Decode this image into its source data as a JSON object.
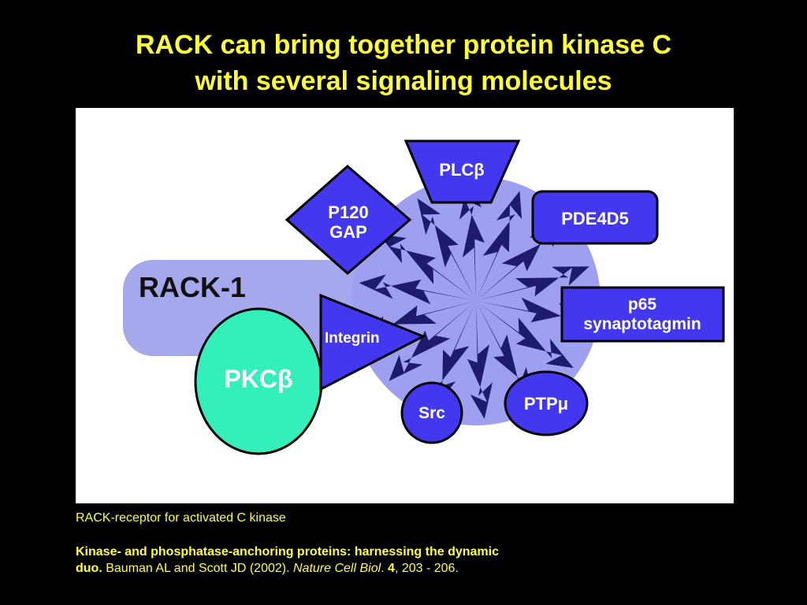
{
  "slide": {
    "title_line1": "RACK can bring together protein kinase C",
    "title_line2": "with several signaling molecules",
    "caption": "RACK-receptor for activated C kinase",
    "reference": {
      "article_title": "Kinase- and phosphatase-anchoring proteins: harnessing the dynamic duo",
      "sep1": ". ",
      "authors": "Bauman AL and Scott JD (2002). ",
      "journal": "Nature Cell Biol",
      "sep2": ". ",
      "volume": "4",
      "pages": ", 203 - 206."
    }
  },
  "diagram": {
    "labels": {
      "rack": "RACK-1",
      "pkc": "PKCβ",
      "plc": "PLCβ",
      "p120_line1": "P120",
      "p120_line2": "GAP",
      "pde": "PDE4D5",
      "p65_line1": "p65",
      "p65_line2": "synaptotagmin",
      "integrin": "Integrin",
      "src": "Src",
      "ptp": "PTPμ"
    },
    "colors": {
      "rack_body": "#a6a8ee",
      "propeller": "#9f9ff0",
      "protein_fill": "#4338f0",
      "outline": "#000000",
      "pkc_fill": "#33f0bb",
      "label_text": "#ffffff",
      "rack_text": "#111111"
    }
  }
}
